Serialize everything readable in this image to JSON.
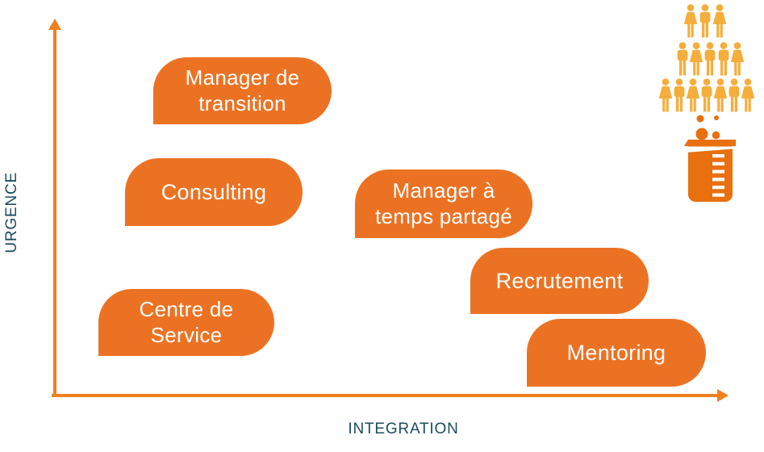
{
  "diagram": {
    "y_axis_label": "URGENCE",
    "x_axis_label": "INTEGRATION",
    "bubbles": [
      {
        "id": "manager-de-transition",
        "label": "Manager de\ntransition",
        "urgency": "high",
        "integration": "low"
      },
      {
        "id": "consulting",
        "label": "Consulting",
        "urgency": "medium-high",
        "integration": "low"
      },
      {
        "id": "manager-a-temps-partage",
        "label": "Manager à\ntemps partagé",
        "urgency": "medium",
        "integration": "medium"
      },
      {
        "id": "recrutement",
        "label": "Recrutement",
        "urgency": "medium-low",
        "integration": "high"
      },
      {
        "id": "centre-de-service",
        "label": "Centre de\nService",
        "urgency": "low",
        "integration": "low"
      },
      {
        "id": "mentoring",
        "label": "Mentoring",
        "urgency": "low",
        "integration": "high"
      }
    ],
    "icon": {
      "name": "people-pyramid-pouring-into-beaker",
      "people_rows": [
        3,
        5,
        7
      ],
      "people_total": 15
    },
    "colors": {
      "bubble_orange": "#EC7223",
      "axis_orange": "#F0801E",
      "label_teal": "#194D60",
      "people_gold": "#F5AE3B",
      "beaker_orange": "#E8700F",
      "bubble_text": "#FFFFFF",
      "background": "#FFFFFF"
    }
  }
}
